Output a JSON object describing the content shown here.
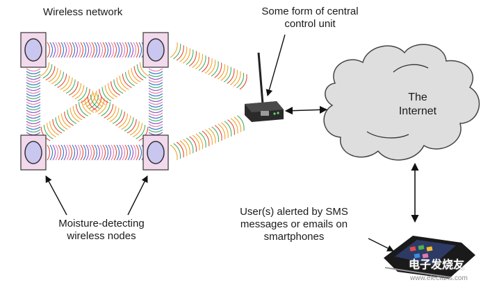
{
  "labels": {
    "wireless_network": "Wireless network",
    "central_unit_line1": "Some form of central",
    "central_unit_line2": "control unit",
    "internet_line1": "The",
    "internet_line2": "Internet",
    "nodes_line1": "Moisture-detecting",
    "nodes_line2": "wireless nodes",
    "users_line1": "User(s) alerted by SMS",
    "users_line2": "messages or emails on",
    "users_line3": "smartphones"
  },
  "watermark": {
    "brand": "电子发烧友",
    "url": "www.elecfans.com"
  },
  "colors": {
    "node_fill": "#f2d9ec",
    "node_inner": "#c9c6f0",
    "wave_red": "#e8482e",
    "wave_orange": "#f0a22a",
    "wave_blue": "#2f6fc9",
    "wave_purple": "#8a4fc2",
    "wave_pink": "#e07ab0",
    "wave_green": "#3fae6a",
    "cloud_fill": "#dedede",
    "cloud_stroke": "#444444"
  }
}
